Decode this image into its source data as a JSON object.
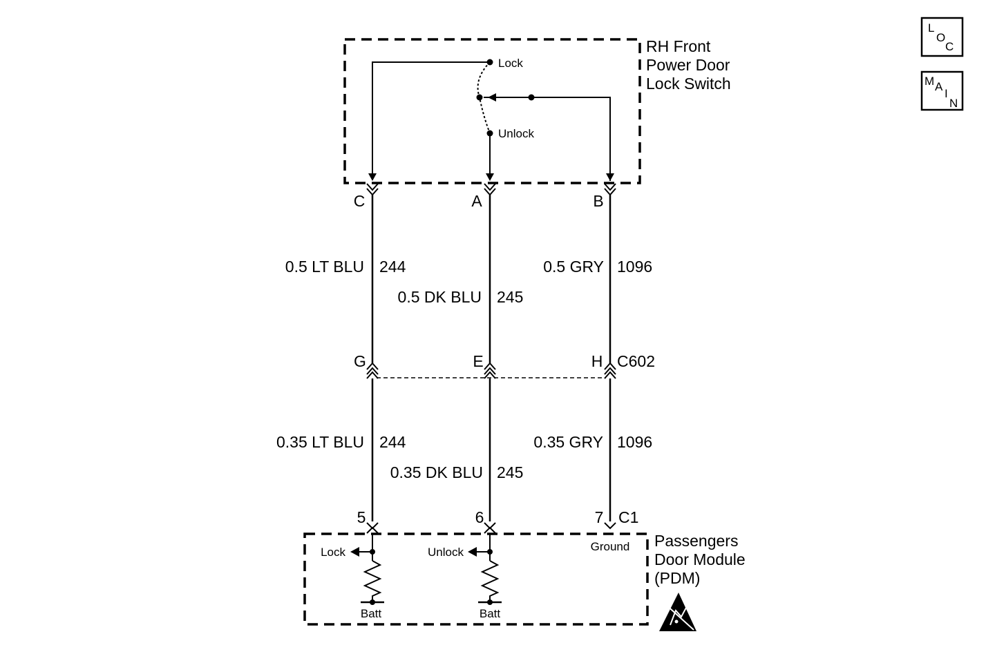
{
  "switch": {
    "title_lines": [
      "RH Front",
      "Power Door",
      "Lock Switch"
    ],
    "positions": {
      "lock": "Lock",
      "unlock": "Unlock"
    },
    "terminals": {
      "left": "C",
      "mid": "A",
      "right": "B"
    }
  },
  "wires_upper": {
    "left": {
      "color": "0.5 LT BLU",
      "circuit": "244"
    },
    "mid": {
      "color": "0.5 DK BLU",
      "circuit": "245"
    },
    "right": {
      "color": "0.5 GRY",
      "circuit": "1096"
    }
  },
  "connector": {
    "name": "C602",
    "pins": {
      "left": "G",
      "mid": "E",
      "right": "H"
    }
  },
  "wires_lower": {
    "left": {
      "color": "0.35 LT BLU",
      "circuit": "244"
    },
    "mid": {
      "color": "0.35 DK BLU",
      "circuit": "245"
    },
    "right": {
      "color": "0.35 GRY",
      "circuit": "1096"
    }
  },
  "module": {
    "title_lines": [
      "Passengers",
      "Door Module",
      "(PDM)"
    ],
    "connector": "C1",
    "pins": {
      "left": "5",
      "mid": "6",
      "right": "7"
    },
    "inputs": {
      "left": "Lock",
      "mid": "Unlock",
      "right": "Ground"
    },
    "supply": {
      "left": "Batt",
      "mid": "Batt"
    }
  },
  "nav": {
    "loc": [
      "L",
      "O",
      "C"
    ],
    "main": [
      "M",
      "A",
      "I",
      "N"
    ]
  }
}
